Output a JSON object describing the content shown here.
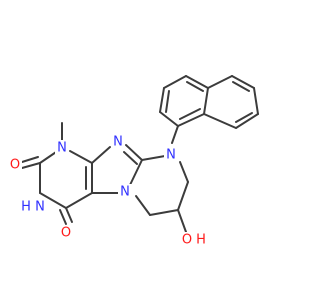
{
  "colors": {
    "bond": "#3c3c3c",
    "nitrogen": "#3030ff",
    "oxygen": "#ff1a1a",
    "carbon": "#404040",
    "background": "#ffffff"
  },
  "atoms": {
    "n1": "N",
    "n3": "N",
    "n7": "N",
    "n9": "N",
    "n10": "N",
    "o2": "O",
    "o6": "O",
    "oh": "OH",
    "methyl": "CH3"
  },
  "atom_labels": {
    "n1": "N",
    "n3": "N",
    "n7": "N",
    "n9": "N",
    "n10": "N",
    "nh": "H",
    "o2": "O",
    "o6": "O",
    "oh_o": "O",
    "oh_h": "H"
  }
}
